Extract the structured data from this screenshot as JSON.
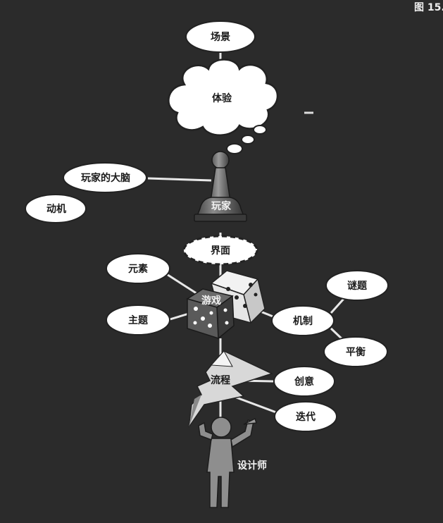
{
  "figure_label": "图 15.",
  "nodes": {
    "scene": "场景",
    "experience": "体验",
    "players_mind": "玩家的大脑",
    "motivation": "动机",
    "player": "玩家",
    "interface": "界面",
    "elements": "元素",
    "theme": "主题",
    "game": "游戏",
    "puzzle": "谜题",
    "mechanics": "机制",
    "balance": "平衡",
    "process": "流程",
    "creativity": "创意",
    "iteration": "迭代",
    "designer": "设计师"
  }
}
